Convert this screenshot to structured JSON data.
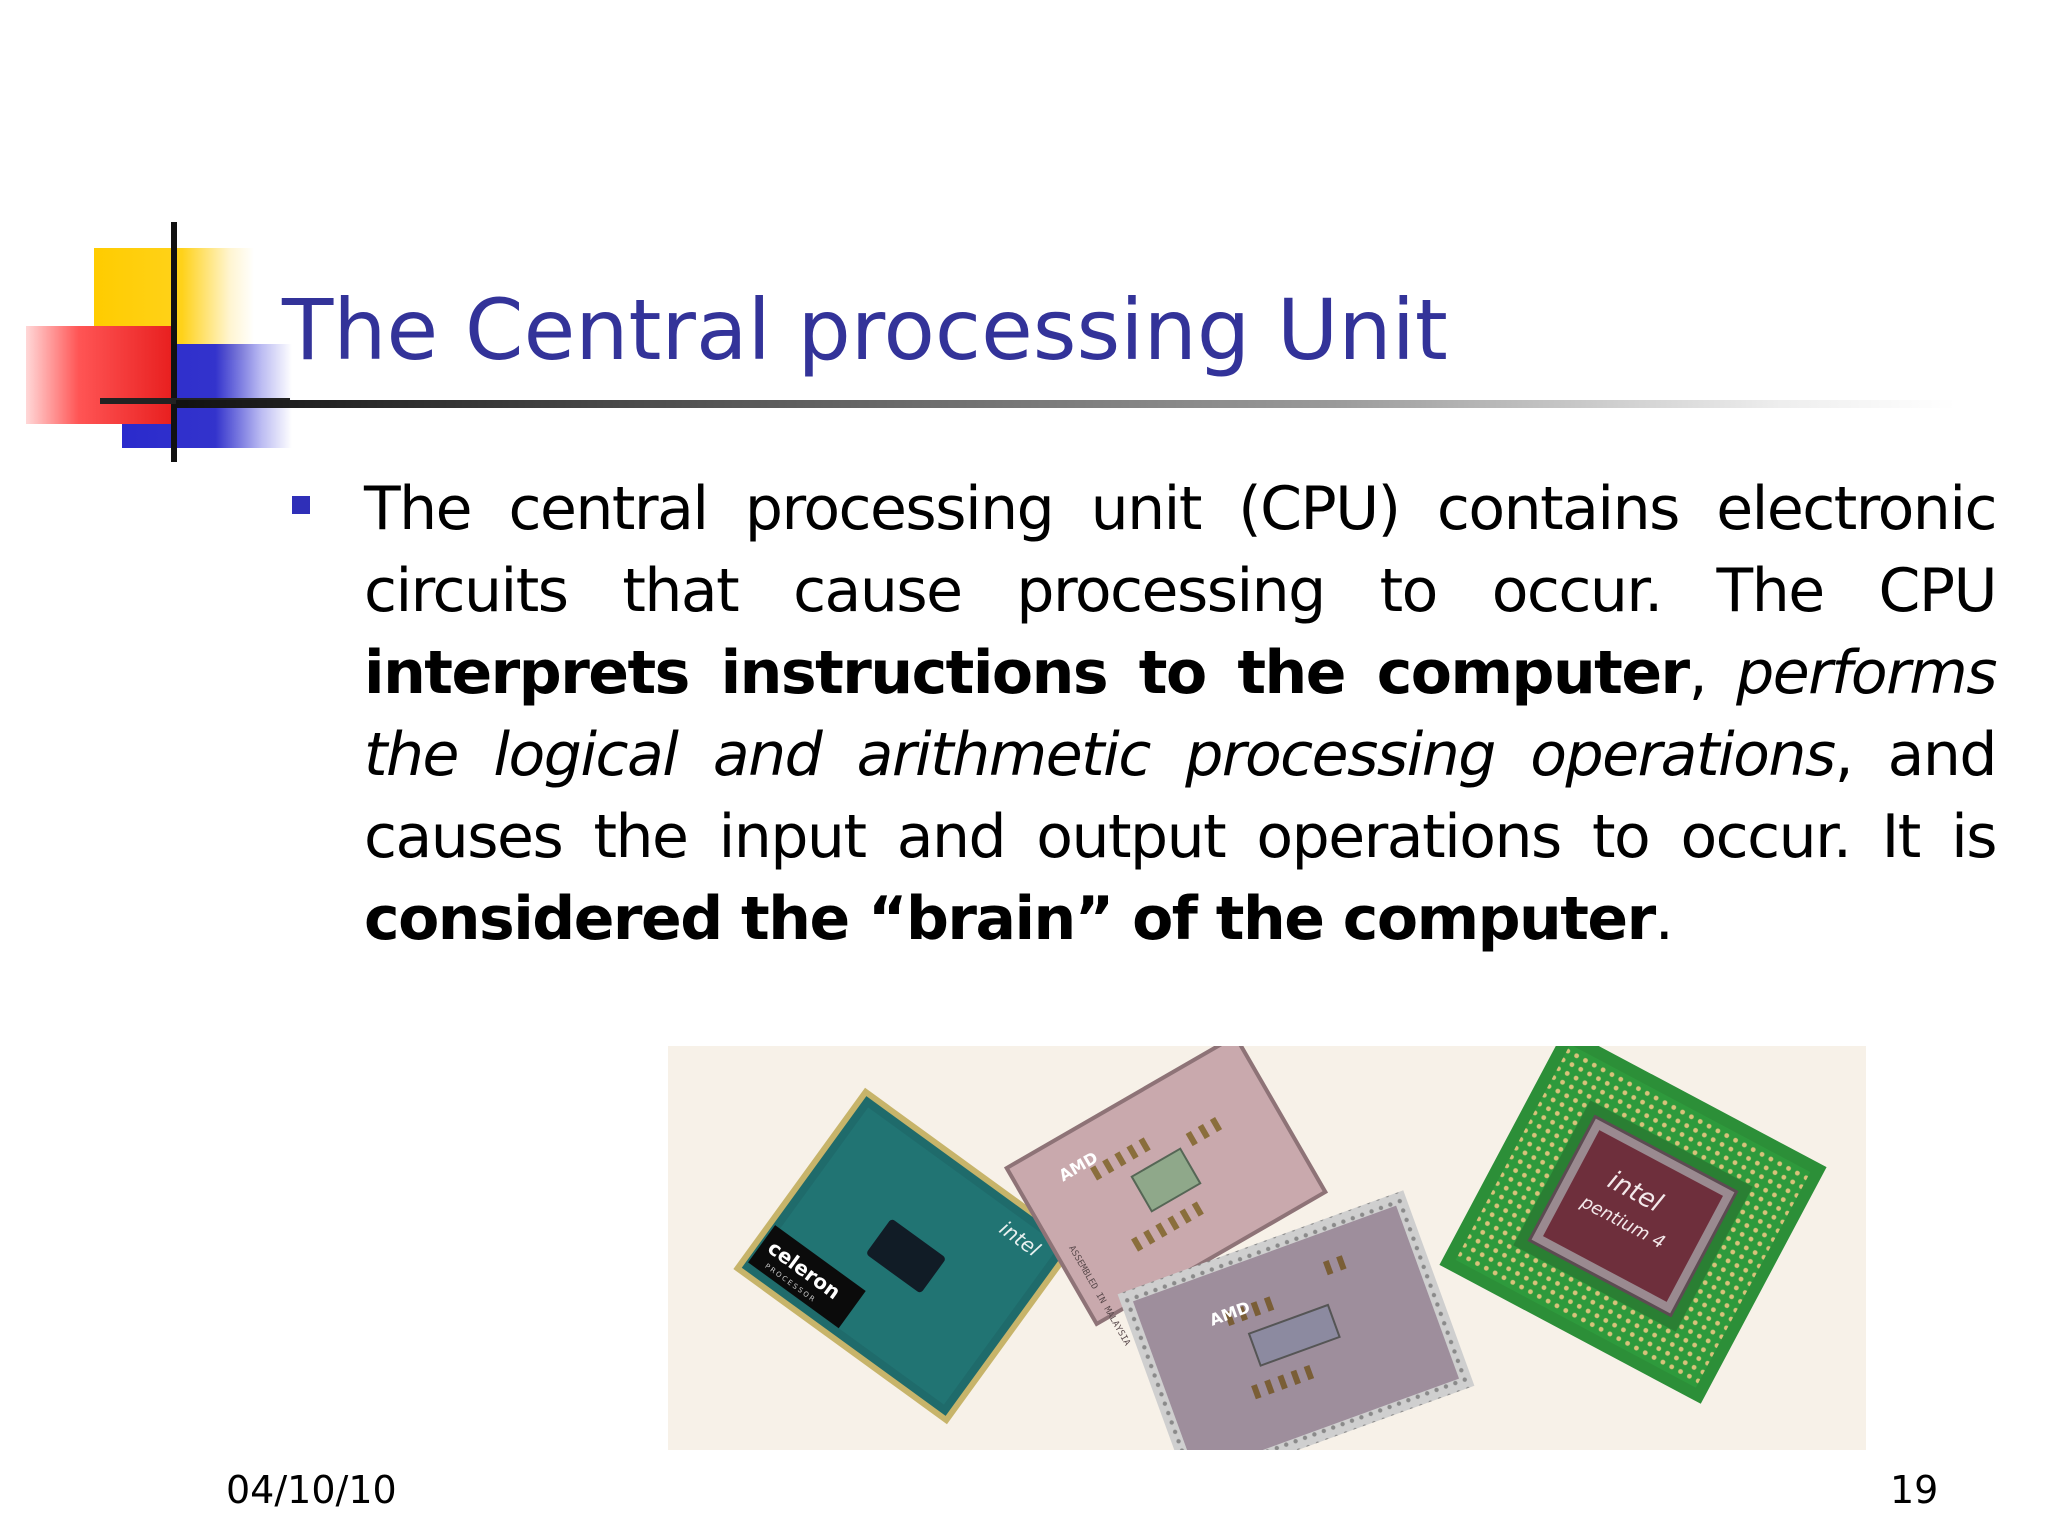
{
  "slide": {
    "title": "The Central processing Unit",
    "bullet": {
      "s1": "The central processing unit (CPU) contains electronic circuits that cause processing to occur. The CPU ",
      "s2_bold": "interprets instructions to the computer",
      "s3": ", ",
      "s4_italic": "performs the logical and arithmetic processing operations",
      "s5": ", and causes the input and output operations to occur. It is ",
      "s6_bold": "considered the “brain” of the computer",
      "s7": "."
    },
    "image": {
      "chips": [
        {
          "brand": "intel",
          "model": "celeron",
          "fine_print": "PROCESSOR"
        },
        {
          "brand": "AMD",
          "model": "",
          "fine_print": "ASSEMBLED IN MALAYSIA"
        },
        {
          "brand": "AMD",
          "model": "",
          "fine_print": ""
        },
        {
          "brand": "intel",
          "model": "pentium 4",
          "fine_print": ""
        }
      ]
    },
    "footer": {
      "date": "04/10/10",
      "page_number": "19"
    }
  },
  "colors": {
    "title": "#333399",
    "bullet": "#2f2fb8",
    "logo_yellow": "#ffcc00",
    "logo_red": "#e71d1d",
    "logo_blue": "#3333cc"
  }
}
